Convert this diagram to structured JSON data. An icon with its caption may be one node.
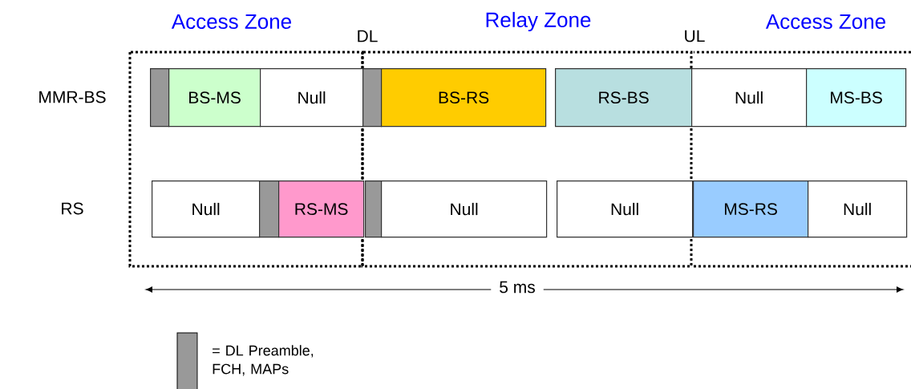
{
  "diagram": {
    "nodes": [
      {
        "text": [
          "Access Zone"
        ]
      },
      {
        "text": [
          "Relay Zone"
        ]
      },
      {
        "text": [
          "Access Zone"
        ]
      },
      {
        "text": [],
        "shape": "bar",
        "in": 0
      },
      {
        "text": [
          "BS-MS"
        ],
        "in": 0
      },
      {
        "text": [
          "Null"
        ],
        "in": 0
      },
      {
        "text": [],
        "shape": "bar",
        "in": 1
      },
      {
        "text": [
          "BS-RS"
        ],
        "in": 1
      },
      {
        "text": [
          "RS-BS"
        ],
        "in": 1
      },
      {
        "text": [
          "Null"
        ],
        "in": 2
      },
      {
        "text": [
          "MS-BS"
        ],
        "in": 2
      },
      {
        "text": [
          "Null"
        ],
        "in": 0
      },
      {
        "text": [],
        "shape": "bar",
        "in": 0
      },
      {
        "text": [
          "RS-MS"
        ],
        "in": 0
      },
      {
        "text": [],
        "shape": "bar",
        "in": 1
      },
      {
        "text": [
          "Null"
        ],
        "in": 1
      },
      {
        "text": [
          "Null"
        ],
        "in": 1
      },
      {
        "text": [
          "MS-RS"
        ],
        "in": 2
      },
      {
        "text": [
          "Null"
        ],
        "in": 2
      }
    ],
    "labels": [
      "MMR-BS",
      "RS",
      "DL",
      "UL",
      "5 ms"
    ],
    "legend": [
      {
        "text": "= DL Preamble, FCH, MAPs",
        "color": "#999999"
      }
    ]
  }
}
